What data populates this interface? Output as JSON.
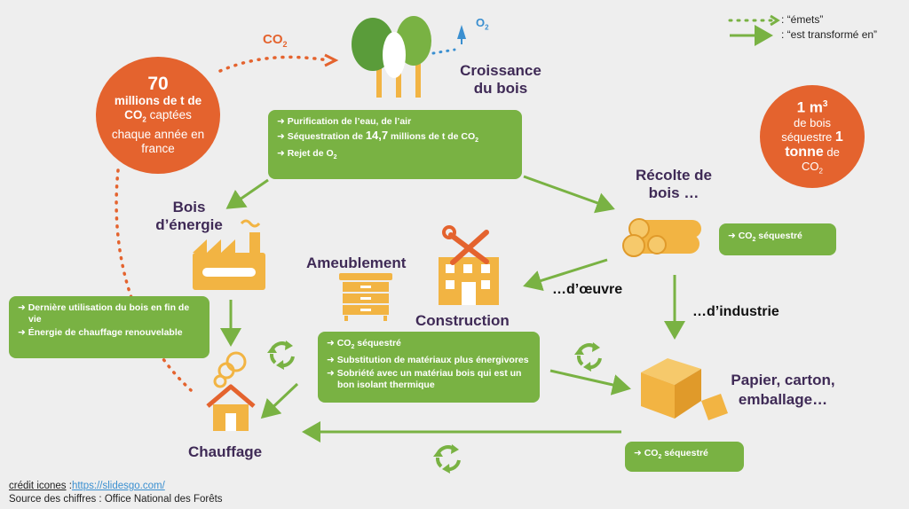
{
  "legend": {
    "emits": ": “émets”",
    "transformed": ": “est transformé en”"
  },
  "co2_label": "CO2",
  "o2_label": "O2",
  "left_circle": {
    "number": "70",
    "line1": "millions de t de",
    "line2_co2": "CO2",
    "line2_rest": " captées",
    "line3": "chaque année en",
    "line4": "france"
  },
  "right_circle": {
    "line1": "1 m3",
    "line2": "de bois",
    "line3a": "séquestre ",
    "line3b": "1",
    "line4a": "tonne",
    "line4b": " de",
    "line5": "CO2"
  },
  "headings": {
    "croissance": "Croissance du bois",
    "recolte": "Récolte de bois …",
    "bois_energie": "Bois d’énergie",
    "ameublement": "Ameublement",
    "construction": "Construction",
    "papier": "Papier, carton, emballage…",
    "chauffage": "Chauffage"
  },
  "labels": {
    "oeuvre": "…d’œuvre",
    "industrie": "…d’industrie"
  },
  "boxes": {
    "top": [
      "Purification de l’eau, de l’air",
      "Séquestration de 14,7 millions de t de CO2",
      "Rejet de O2"
    ],
    "recolte": [
      "CO2 séquestré"
    ],
    "left": [
      "Dernière utilisation du bois en fin de vie",
      "Énergie de chauffage renouvelable"
    ],
    "middle": [
      "CO2 séquestré",
      "Substitution de matériaux plus énergivores",
      "Sobriété avec un matériau bois qui est un bon isolant thermique"
    ],
    "bottom": [
      "CO2 séquestré"
    ]
  },
  "footer": {
    "credit_label": "crédit icones",
    "credit_sep": " :",
    "credit_link": "https://slidesgo.com/",
    "source": "Source des chiffres :  Office National des Forêts"
  },
  "colors": {
    "green": "#79b243",
    "orange": "#e4632e",
    "purple": "#3f2a56",
    "yellow": "#f2b443",
    "blue_dot": "#3a8fd0"
  }
}
